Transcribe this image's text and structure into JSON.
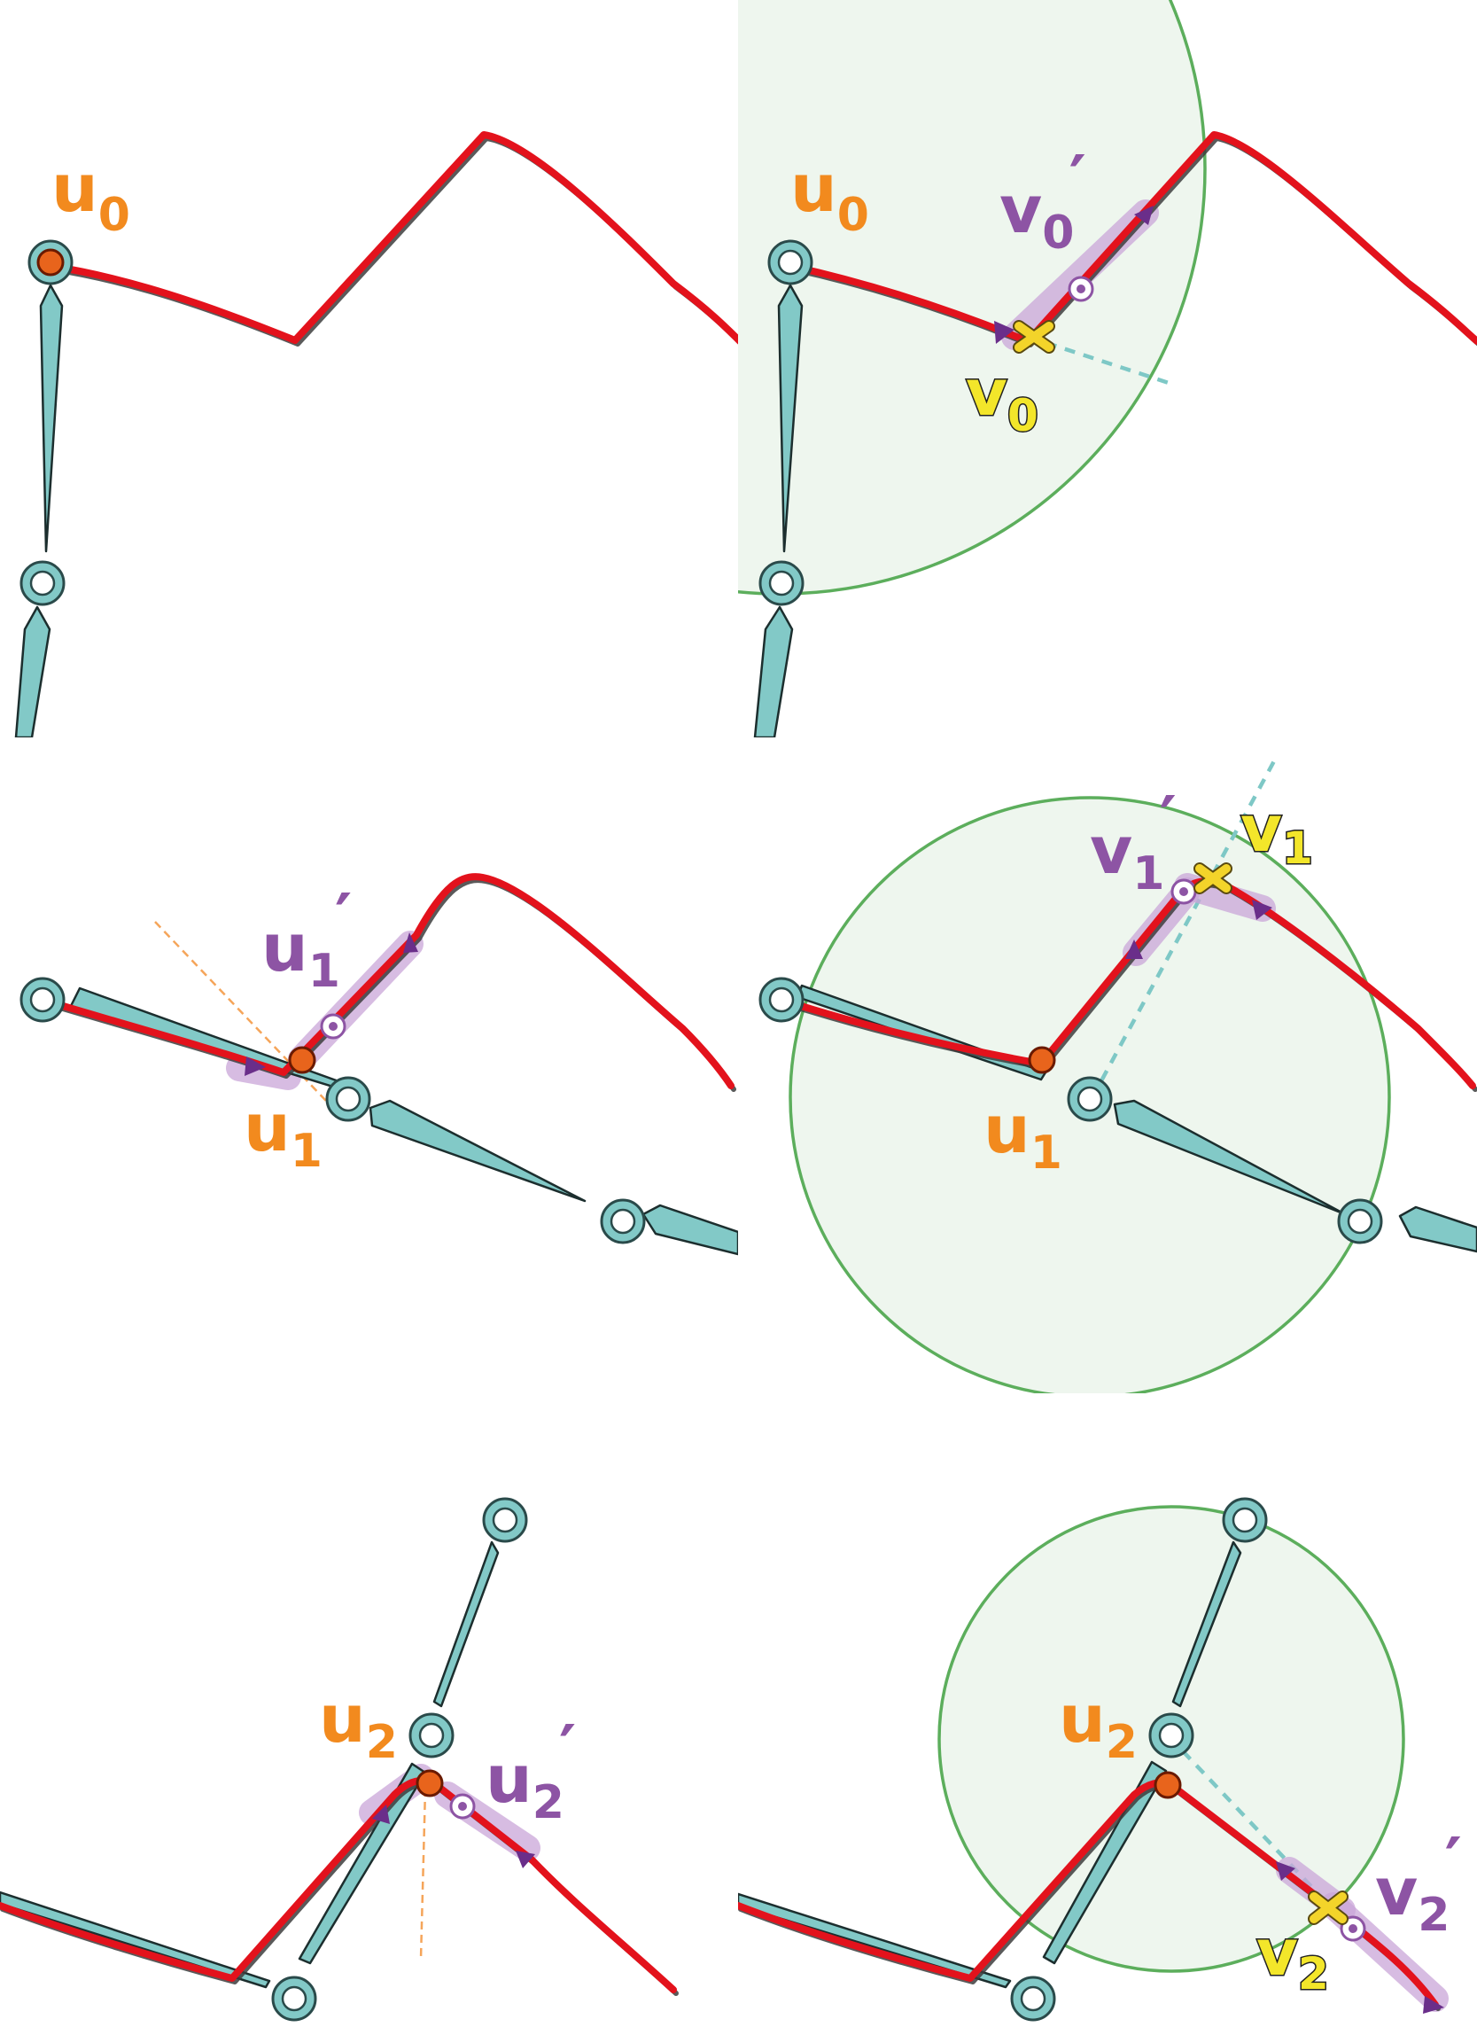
{
  "labels": {
    "u0": {
      "base": "u",
      "sub": "0"
    },
    "v0p": {
      "base": "v",
      "sub": "0",
      "prime": "′"
    },
    "v0": {
      "base": "v",
      "sub": "0"
    },
    "u1": {
      "base": "u",
      "sub": "1"
    },
    "u1p": {
      "base": "u",
      "sub": "1",
      "prime": "′"
    },
    "v1": {
      "base": "v",
      "sub": "1"
    },
    "v1p": {
      "base": "v",
      "sub": "1",
      "prime": "′"
    },
    "u2": {
      "base": "u",
      "sub": "2"
    },
    "u2p": {
      "base": "u",
      "sub": "2",
      "prime": "′"
    },
    "v2": {
      "base": "v",
      "sub": "2"
    },
    "v2p": {
      "base": "v",
      "sub": "2",
      "prime": "′"
    }
  },
  "colors": {
    "curve": "#e3121c",
    "bone": "#82c9c7",
    "effector": "#e8641c",
    "region": "#eef6ee",
    "region_stroke": "#5cae5c",
    "label_u": "#f28a1e",
    "label_v": "#8d54a4",
    "label_target": "#f3e62a"
  }
}
